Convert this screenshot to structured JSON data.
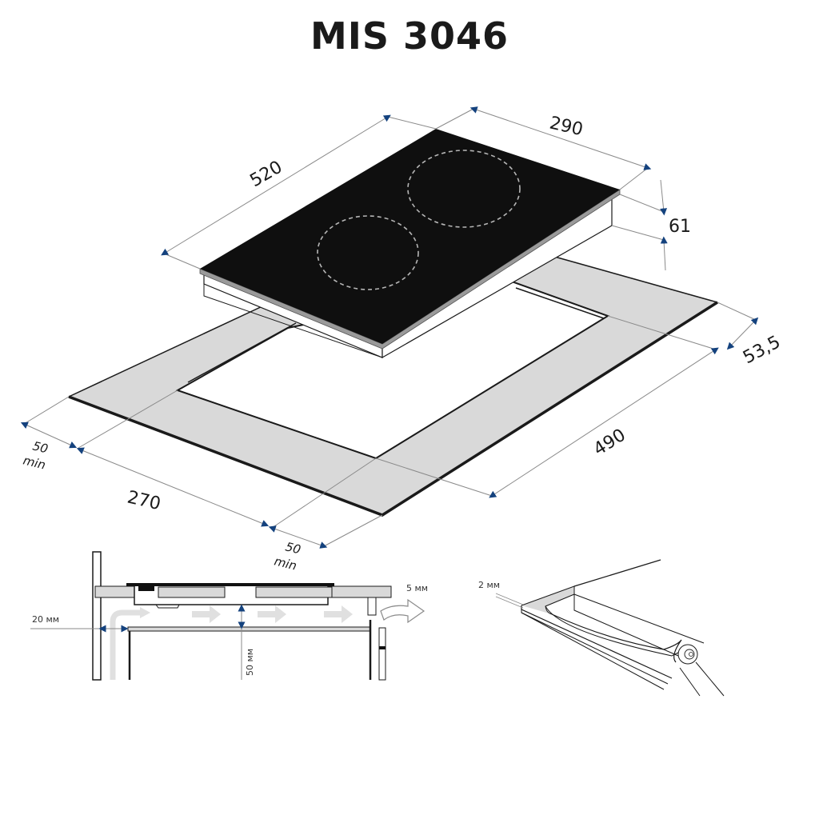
{
  "title": "MIS 3046",
  "colors": {
    "arrow_accent": "#14427e",
    "glass_top": "#0f0f0f",
    "countertop_gray": "#d9d9d9",
    "dimension_line": "#8a8a8a"
  },
  "top_view": {
    "cooktop": {
      "burners": 2,
      "dimensions": {
        "length_label": "520",
        "width_label": "290",
        "height_label": "61"
      }
    },
    "cutout": {
      "length_label": "490",
      "width_label": "270",
      "edge_offset_label": "53,5",
      "min_margin_left_value": "50",
      "min_margin_left_unit": "min",
      "min_margin_front_value": "50",
      "min_margin_front_unit": "min"
    }
  },
  "section_view": {
    "side_gap_label": "20 мм",
    "air_gap_label": "50 мм",
    "rear_vent_label": "5 мм"
  },
  "seal_detail": {
    "seal_thickness_label": "2 мм"
  }
}
